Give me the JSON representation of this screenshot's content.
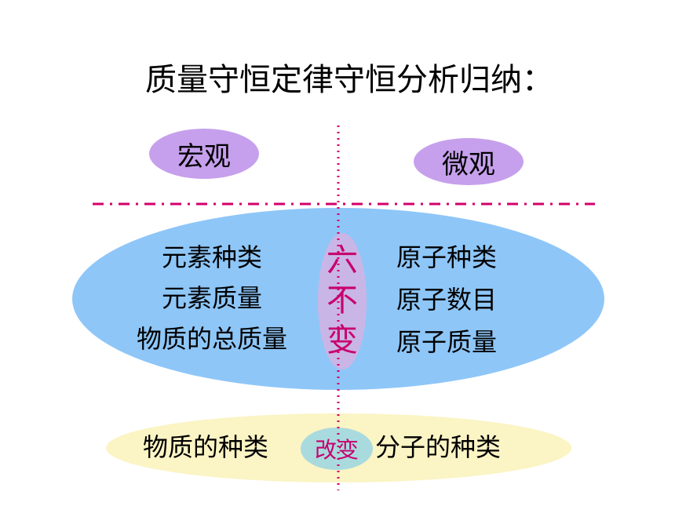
{
  "title": "质量守恒定律守恒分析归纳：",
  "macro_label": "宏观",
  "micro_label": "微观",
  "unchanged": {
    "label_chars": [
      "六",
      "不",
      "变"
    ],
    "macro_items": [
      "元素种类",
      "元素质量",
      "物质的总质量"
    ],
    "micro_items": [
      "原子种类",
      "原子数目",
      "原子质量"
    ]
  },
  "changed": {
    "label": "改变",
    "macro_item": "物质的种类",
    "micro_item": "分子的种类"
  },
  "colors": {
    "pill": "#c6a0ec",
    "big_ellipse": "#8ec6f8",
    "center_ellipse": "#c9b6e6",
    "bottom_ellipse": "#fbf4c4",
    "change_ellipse": "#a9dade",
    "accent_text": "#c8006e",
    "divider": "#d4006a"
  }
}
